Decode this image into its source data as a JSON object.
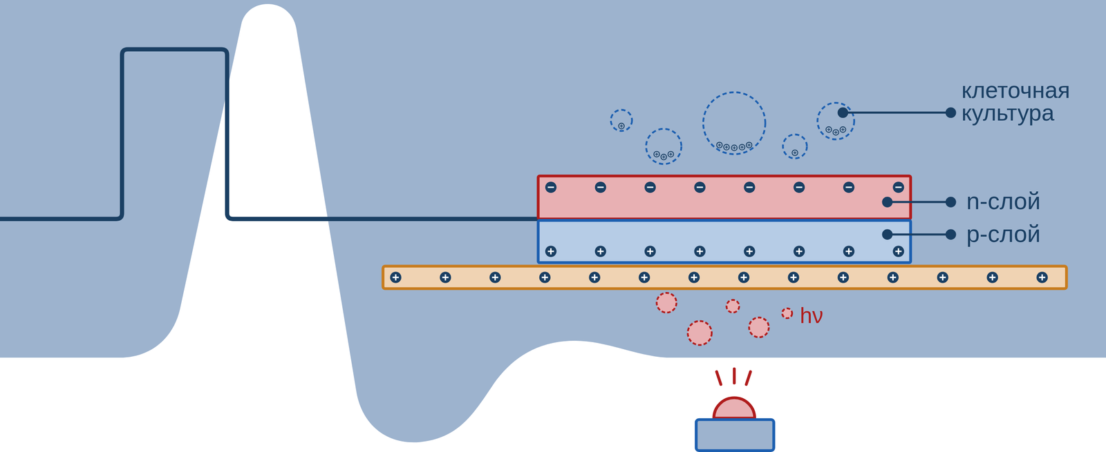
{
  "diagram": {
    "labels": [
      "клеточная культура",
      "n-слой",
      "p-слой",
      "hν"
    ]
  }
}
